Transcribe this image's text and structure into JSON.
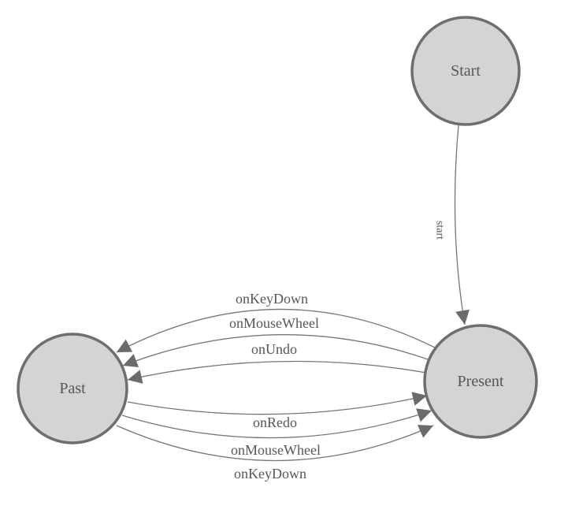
{
  "diagram": {
    "kind": "state-machine",
    "nodes": [
      {
        "id": "start",
        "label": "Start"
      },
      {
        "id": "present",
        "label": "Present"
      },
      {
        "id": "past",
        "label": "Past"
      }
    ],
    "edges": [
      {
        "from": "start",
        "to": "present",
        "label": "start"
      },
      {
        "from": "present",
        "to": "past",
        "label": "onKeyDown"
      },
      {
        "from": "present",
        "to": "past",
        "label": "onMouseWheel"
      },
      {
        "from": "present",
        "to": "past",
        "label": "onUndo"
      },
      {
        "from": "past",
        "to": "present",
        "label": "onRedo"
      },
      {
        "from": "past",
        "to": "present",
        "label": "onMouseWheel"
      },
      {
        "from": "past",
        "to": "present",
        "label": "onKeyDown"
      }
    ]
  },
  "colors": {
    "background": "#ffffff",
    "node_fill": "#d4d4d4",
    "node_border": "#6e6e6e",
    "edge_line": "#767676",
    "arrow_fill": "#6b6b6b",
    "label_text": "#56565c"
  }
}
